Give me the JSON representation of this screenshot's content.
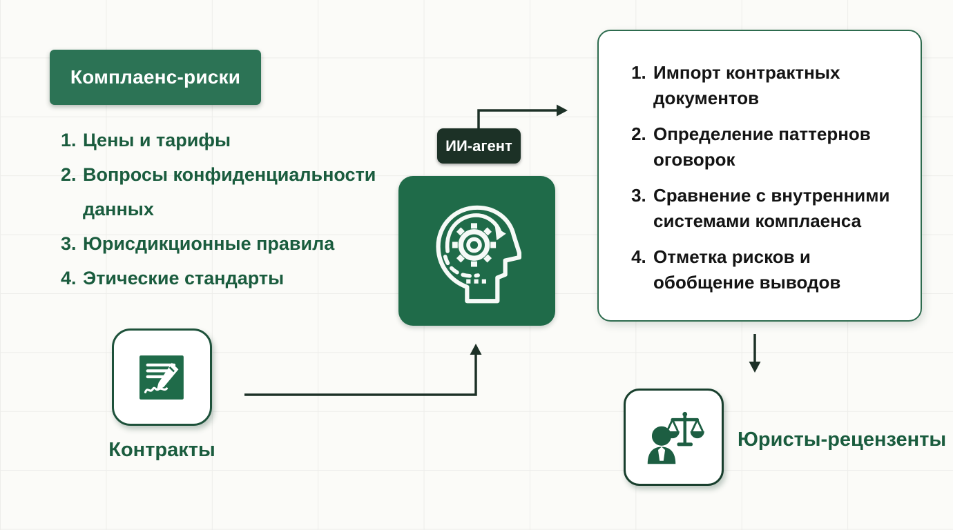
{
  "palette": {
    "background": "#fbfbf8",
    "grid_line": "#ededea",
    "header_badge_green": "#2c7355",
    "agent_badge_dark_green": "#1c3126",
    "agent_card_green": "#1f6b49",
    "list_text_green": "#1a5c3e",
    "panel_border_green": "#2d6b4e",
    "panel_text_black": "#141414",
    "arrow_color": "#1d3127",
    "icon_green": "#1d5e42",
    "white": "#ffffff"
  },
  "compliance_badge": {
    "label": "Комплаенс-риски"
  },
  "risks": {
    "items": [
      "Цены и тарифы",
      "Вопросы конфиденциальности данных",
      "Юрисдикционные правила",
      "Этические стандарты"
    ]
  },
  "agent": {
    "badge_label": "ИИ-агент",
    "icon": "ai-head-gear-icon"
  },
  "workflow": {
    "steps": [
      "Импорт контрактных документов",
      "Определение паттернов оговорок",
      "Сравнение с внутренними системами комплаенса",
      "Отметка рисков и обобщение выводов"
    ]
  },
  "contracts": {
    "label": "Контракты",
    "icon": "signed-contract-icon"
  },
  "reviewers": {
    "label": "Юристы-рецензенты",
    "icon": "lawyer-scales-icon"
  }
}
